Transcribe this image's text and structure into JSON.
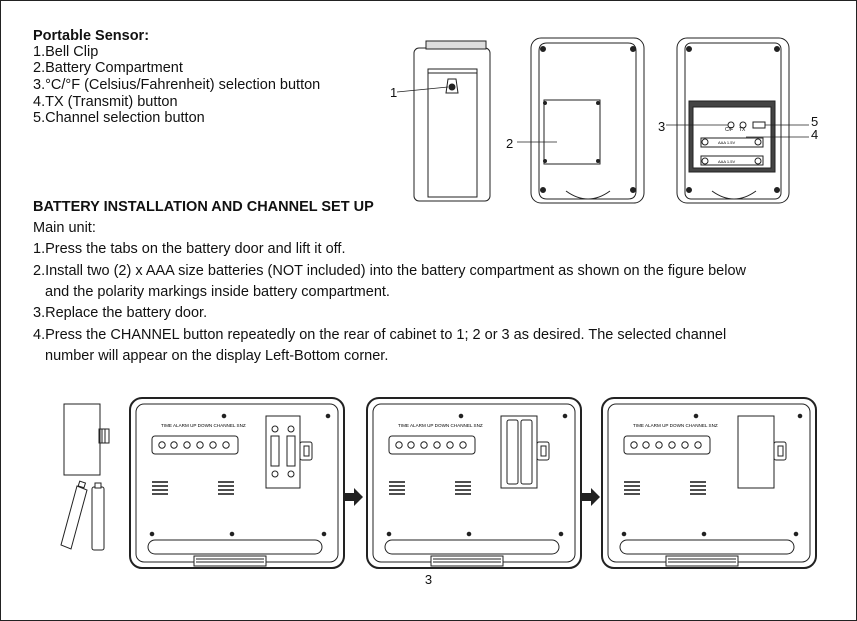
{
  "sensor": {
    "heading": "Portable Sensor:",
    "items": [
      "1.Bell Clip",
      "2.Battery Compartment",
      "3.°C/°F (Celsius/Fahrenheit) selection button",
      "4.TX (Transmit) button",
      "5.Channel selection button"
    ],
    "callouts": [
      "1",
      "2",
      "3",
      "4",
      "5"
    ],
    "labels": {
      "cf": "C/F",
      "tx": "TX",
      "battery_top": "AAA 1.5V",
      "battery_bottom": "AAA 1.5V"
    }
  },
  "install": {
    "heading": "BATTERY INSTALLATION AND CHANNEL SET UP",
    "subheading": "Main unit:",
    "step1": "1.Press the tabs on the battery door and lift it off.",
    "step2_line1": "2.Install two (2) x AAA size batteries (NOT included) into the battery compartment as shown on the figure below",
    "step2_line2": "and the polarity markings inside battery compartment.",
    "step3": "3.Replace the battery door.",
    "step4_line1": "4.Press the CHANNEL button repeatedly on the rear of cabinet to 1; 2 or 3 as desired. The selected channel",
    "step4_line2": "number will appear on the display Left-Bottom corner."
  },
  "main_unit": {
    "button_labels": "TIME  ALARM   UP   DOWN  CHANNEL  SNZ"
  },
  "page_number": "3"
}
